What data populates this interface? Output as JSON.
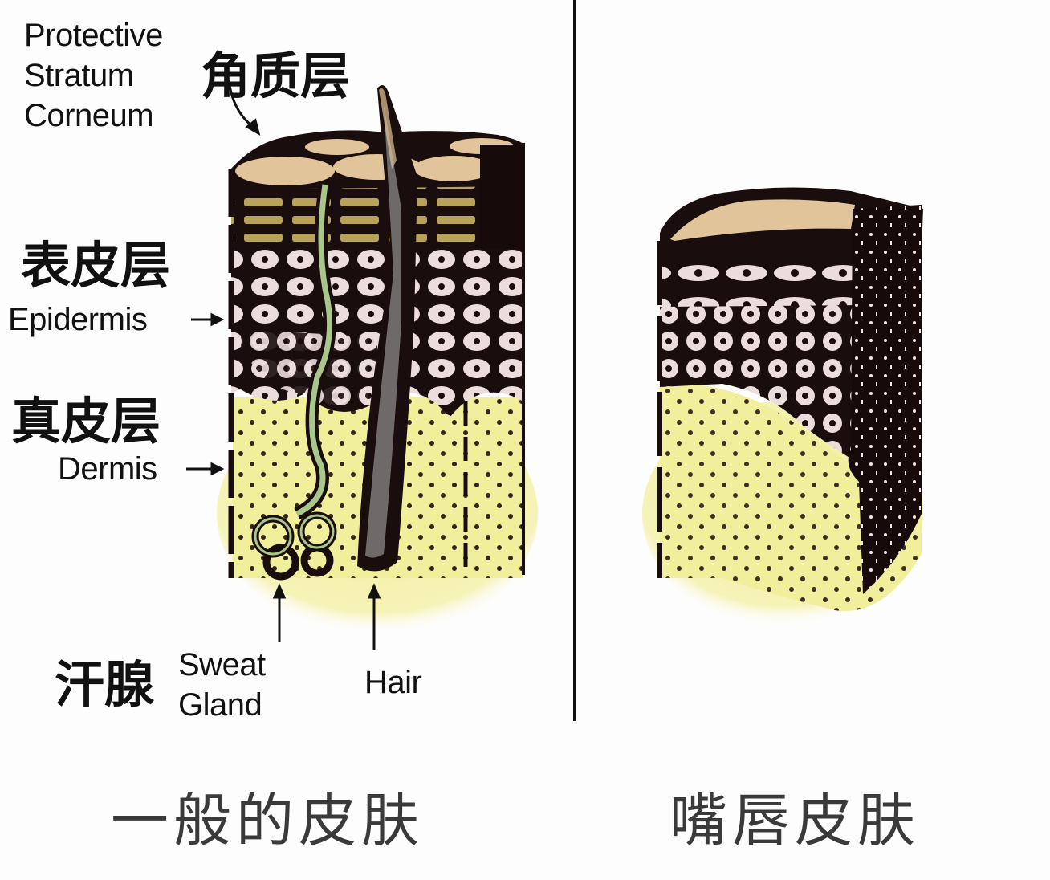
{
  "left_panel": {
    "stratum_corneum_en": [
      "Protective",
      "Stratum",
      "Corneum"
    ],
    "stratum_corneum_zh": "角质层",
    "epidermis_zh": "表皮层",
    "epidermis_en": "Epidermis",
    "dermis_zh": "真皮层",
    "dermis_en": "Dermis",
    "sweat_gland_zh": "汗腺",
    "sweat_gland_en": [
      "Sweat",
      "Gland"
    ],
    "hair_en": "Hair",
    "caption": "一般的皮肤"
  },
  "right_panel": {
    "caption": "嘴唇皮肤"
  },
  "colors": {
    "stratum_corneum": "#e2c49a",
    "granular": "#b9a35a",
    "cell_fill": "#ecdcdc",
    "outline": "#1a0d0d",
    "dermis": "#f1ee9c",
    "sweat_duct": "#a9c78a",
    "hair_shaft": "#6e6a6a"
  }
}
